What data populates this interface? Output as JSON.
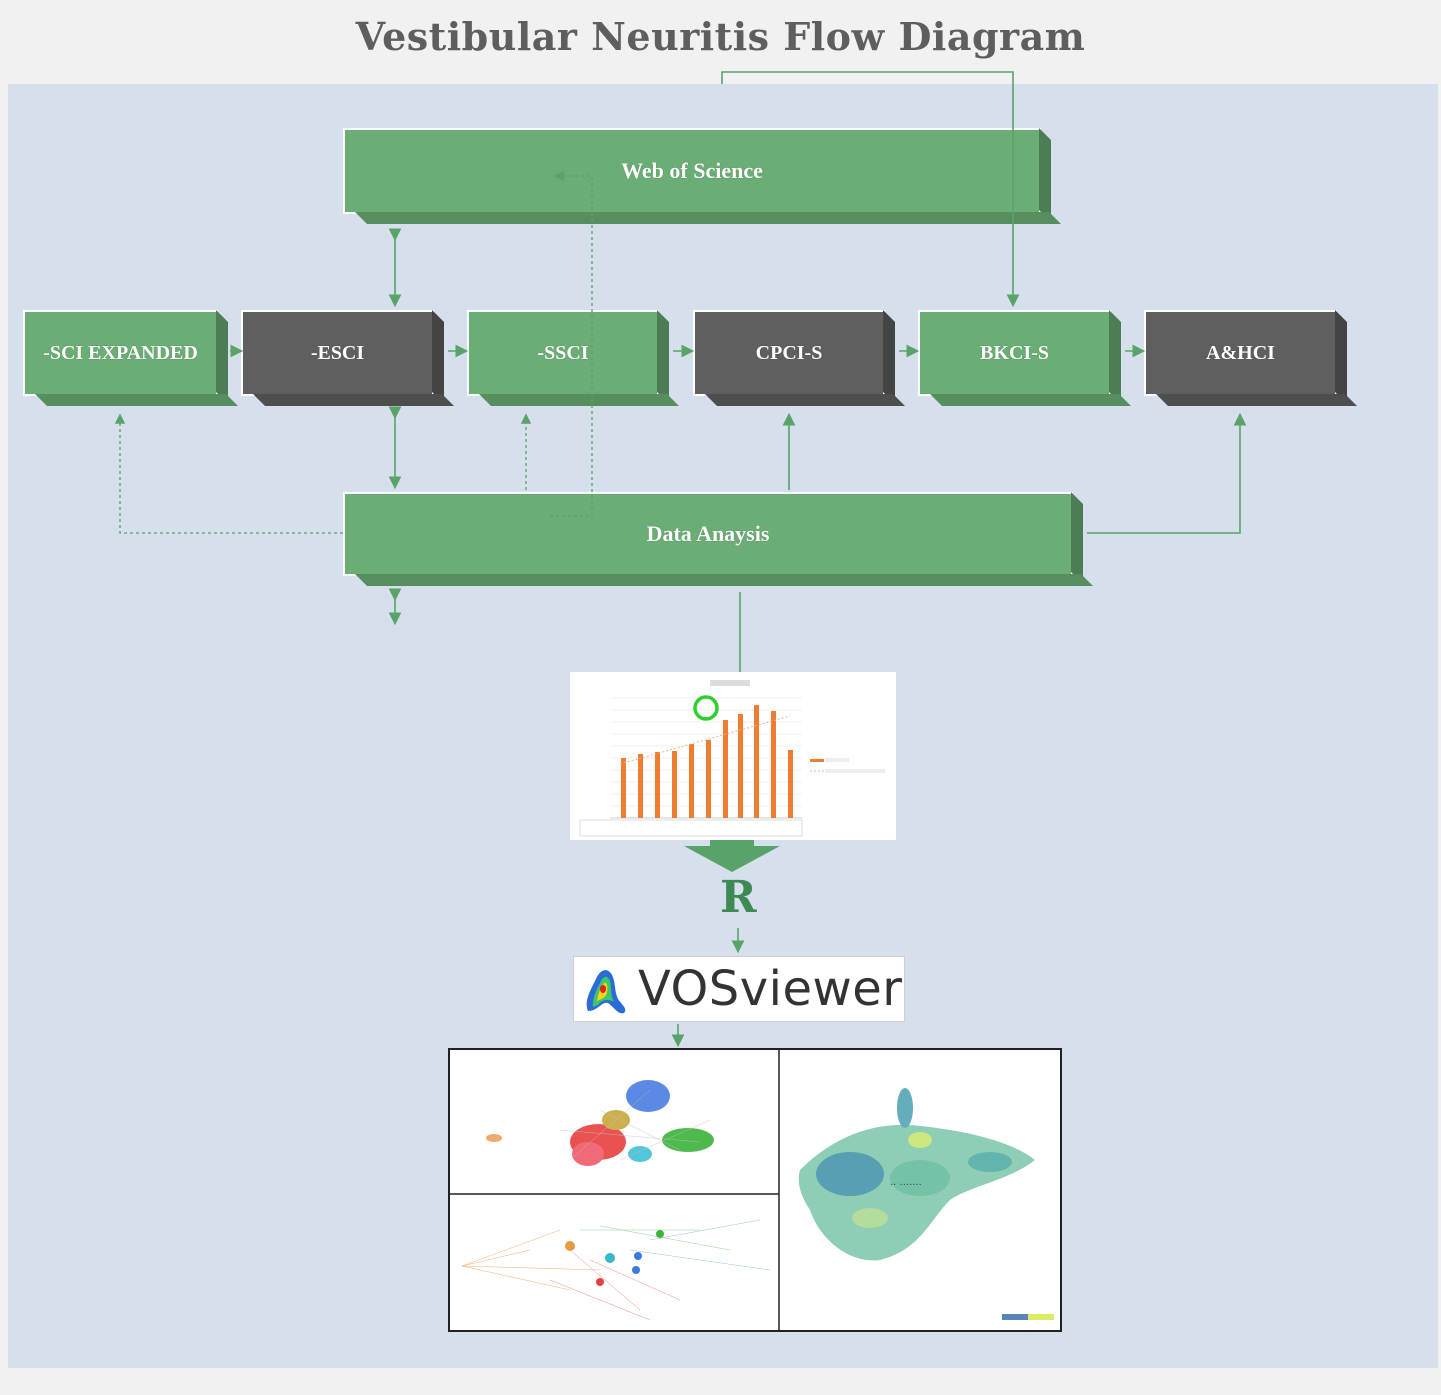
{
  "title": "Vestibular Neuritis Flow Diagram",
  "nodes": {
    "wos": "Web of Science",
    "sci": "-SCI EXPANDED",
    "esci": "-ESCI",
    "ssci": "-SSCI",
    "cpci": "CPCI-S",
    "bkci": "BKCI-S",
    "ahci": "A&HCI",
    "analysis": "Data Anaysis"
  },
  "tools": {
    "r_label": "R",
    "vosviewer_label": "VOSviewer"
  },
  "colors": {
    "green_box": "#6aad75",
    "gray_box": "#5f5f5f",
    "arrow": "#5aa368",
    "bar": "#ee7d31",
    "background": "#d6dfec"
  },
  "icons": [
    "vosviewer-logo-icon",
    "highlight-circle-icon",
    "down-arrow-icon"
  ]
}
